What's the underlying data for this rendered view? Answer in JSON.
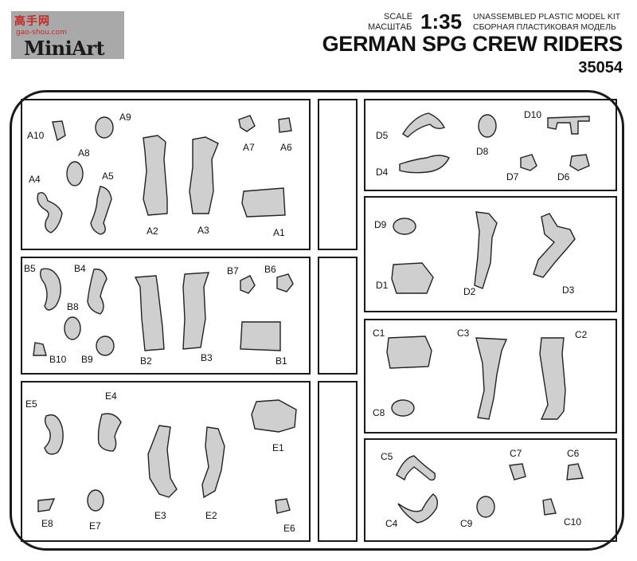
{
  "header": {
    "watermark": "高手网",
    "watermark_url": "gao-shou.com",
    "brand": "MiniArt",
    "scale_label_en": "SCALE",
    "scale_label_ru": "МАСШТАБ",
    "scale_value": "1:35",
    "kit_type_en": "UNASSEMBLED PLASTIC MODEL KIT",
    "kit_type_ru": "СБОРНАЯ ПЛАСТИКОВАЯ МОДЕЛЬ",
    "title": "GERMAN SPG CREW RIDERS",
    "kit_number": "35054"
  },
  "parts": {
    "A10": "A10",
    "A9": "A9",
    "A8": "A8",
    "A7": "A7",
    "A6": "A6",
    "A5": "A5",
    "A4": "A4",
    "A3": "A3",
    "A2": "A2",
    "A1": "A1",
    "B5": "B5",
    "B4": "B4",
    "B7": "B7",
    "B6": "B6",
    "B8": "B8",
    "B10": "B10",
    "B9": "B9",
    "B2": "B2",
    "B3": "B3",
    "B1": "B1",
    "E5": "E5",
    "E4": "E4",
    "E1": "E1",
    "E8": "E8",
    "E7": "E7",
    "E3": "E3",
    "E2": "E2",
    "E6": "E6",
    "D5": "D5",
    "D8": "D8",
    "D10": "D10",
    "D4": "D4",
    "D7": "D7",
    "D6": "D6",
    "D9": "D9",
    "D1": "D1",
    "D2": "D2",
    "D3": "D3",
    "C1": "C1",
    "C3": "C3",
    "C2": "C2",
    "C8": "C8",
    "C5": "C5",
    "C7": "C7",
    "C6": "C6",
    "C4": "C4",
    "C9": "C9",
    "C10": "C10"
  }
}
